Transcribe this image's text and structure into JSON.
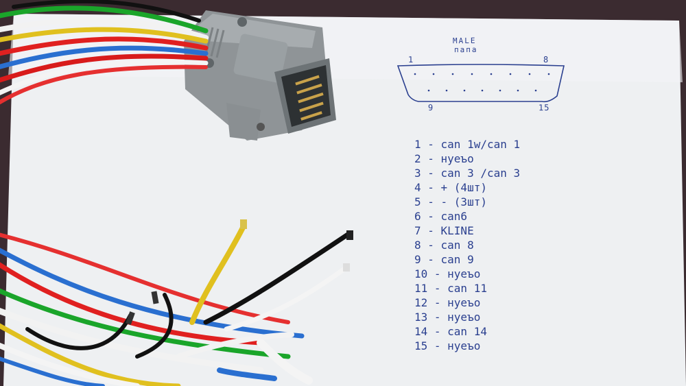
{
  "diagram": {
    "title_line1": "MALE",
    "title_line2": "папа",
    "pin_top_left": "1",
    "pin_top_right": "8",
    "pin_bottom_left": "9",
    "pin_bottom_right": "15"
  },
  "pinout": [
    "1 - can 1w/can 1",
    "2 - нуеъо",
    "3 - can 3 /can 3",
    "4 -   +  (4шт)",
    "5 -   -   (3шт)",
    "6 - can6",
    "7 - KLINE",
    "8 - can 8",
    "9 - can 9",
    "10 - нуеъо",
    "11 - can 11",
    "12 - нуеъо",
    "13 - нуеъо",
    "14 - can 14",
    "15 - нуеъо"
  ]
}
